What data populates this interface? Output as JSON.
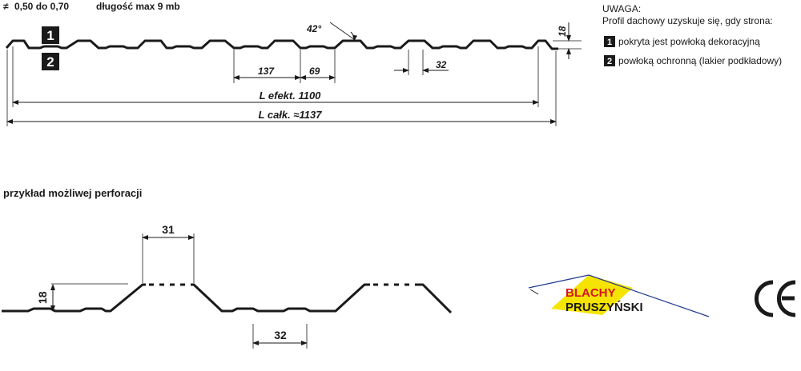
{
  "header": {
    "symbol": "≠",
    "thickness": "0,50 do 0,70",
    "length": "długość max 9 mb"
  },
  "profile": {
    "side_1_badge": "1",
    "side_2_badge": "2",
    "angle_label": "42°",
    "height_label": "18",
    "pitch_label": "137",
    "top_label": "69",
    "minor_label": "32",
    "effective_label": "L efekt. 1100",
    "total_label": "L całk. ≈1137"
  },
  "note": {
    "title": "UWAGA:",
    "text": "Profil dachowy uzyskuje się, gdy strona:",
    "items": [
      {
        "badge": "1",
        "text": "pokryta jest powłoką dekoracyjną"
      },
      {
        "badge": "2",
        "text": "powłoką ochronną (lakier podkładowy)"
      }
    ]
  },
  "perforation": {
    "title": "przykład możliwej perforacji",
    "top_width_label": "31",
    "height_label": "18",
    "minor_label": "32"
  },
  "logo": {
    "line1": "BLACHY",
    "line2": "PRUSZYŃSKI",
    "colors": {
      "yellow": "#f5e400",
      "red": "#d7141d",
      "blue": "#1f3a93",
      "dark": "#1a1a1a"
    }
  },
  "ce_mark": "CE"
}
